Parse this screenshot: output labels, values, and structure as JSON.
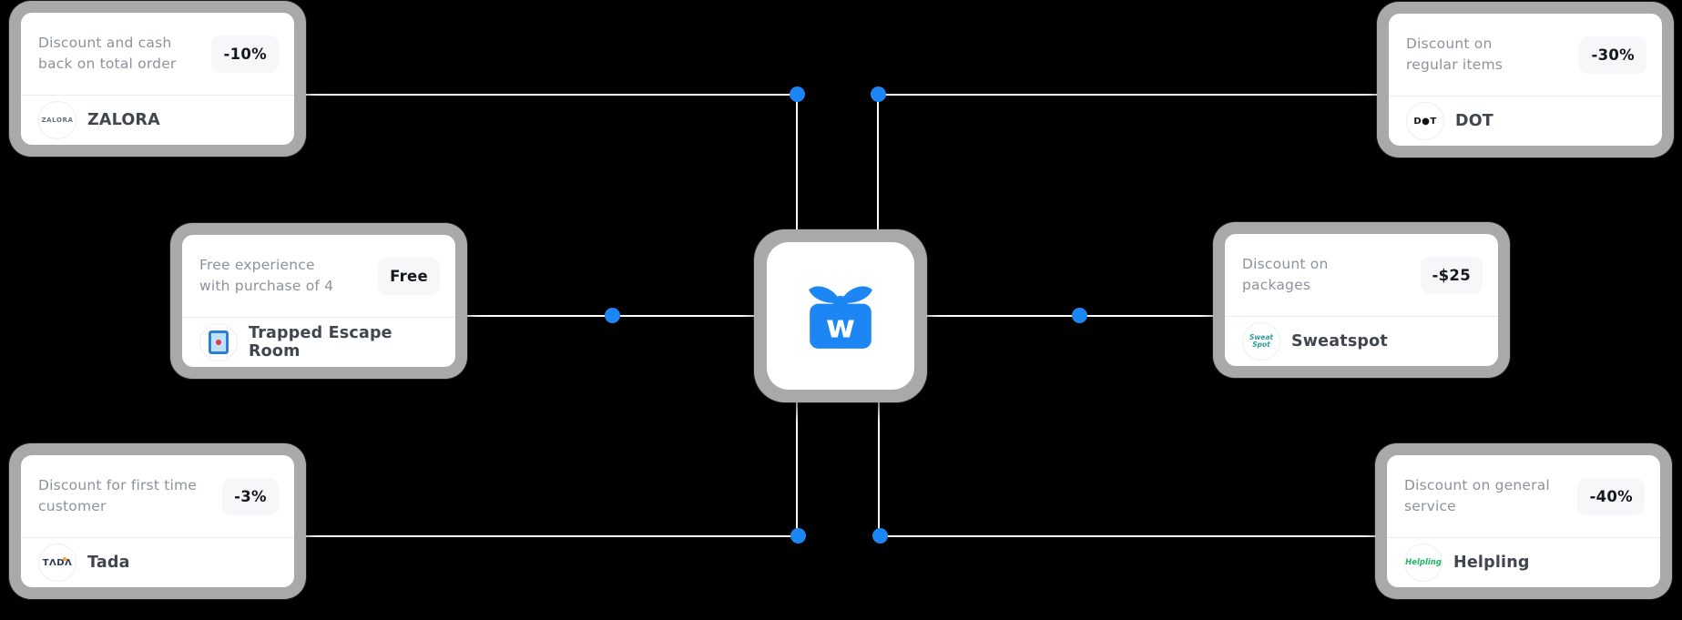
{
  "palette": {
    "background": "#000000",
    "accent_blue": "#1d86f5",
    "connector": "#ffffff",
    "card_ring": "#a9a9a9",
    "desc_text": "#8d929b",
    "brand_text": "#40454e",
    "badge_bg": "#f7f7f9"
  },
  "hub": {
    "icon": "gift-box-w-icon",
    "letter": "w"
  },
  "cards": [
    {
      "id": "zalora",
      "desc1": "Discount and cash",
      "desc2": "back on total order",
      "badge": "-10%",
      "brand": "ZALORA",
      "logo_text": "ZALORA"
    },
    {
      "id": "dot",
      "desc1": "Discount on",
      "desc2": "regular items",
      "badge": "-30%",
      "brand": "DOT",
      "logo_text": "D●T"
    },
    {
      "id": "trapped",
      "desc1": "Free experience",
      "desc2": "with purchase of 4",
      "badge": "Free",
      "brand": "Trapped Escape Room",
      "logo_icon": "escape-room-door-icon"
    },
    {
      "id": "sweatspot",
      "desc1": "Discount on",
      "desc2": "packages",
      "badge": "-$25",
      "brand": "Sweatspot",
      "logo_text": "Sweat Spot"
    },
    {
      "id": "tada",
      "desc1": "Discount for first time",
      "desc2": "customer",
      "badge": "-3%",
      "brand": "Tada",
      "logo_text": "TΛDΛ"
    },
    {
      "id": "helpling",
      "desc1": "Discount on general",
      "desc2": "service",
      "badge": "-40%",
      "brand": "Helpling",
      "logo_text": "Helpling"
    }
  ]
}
